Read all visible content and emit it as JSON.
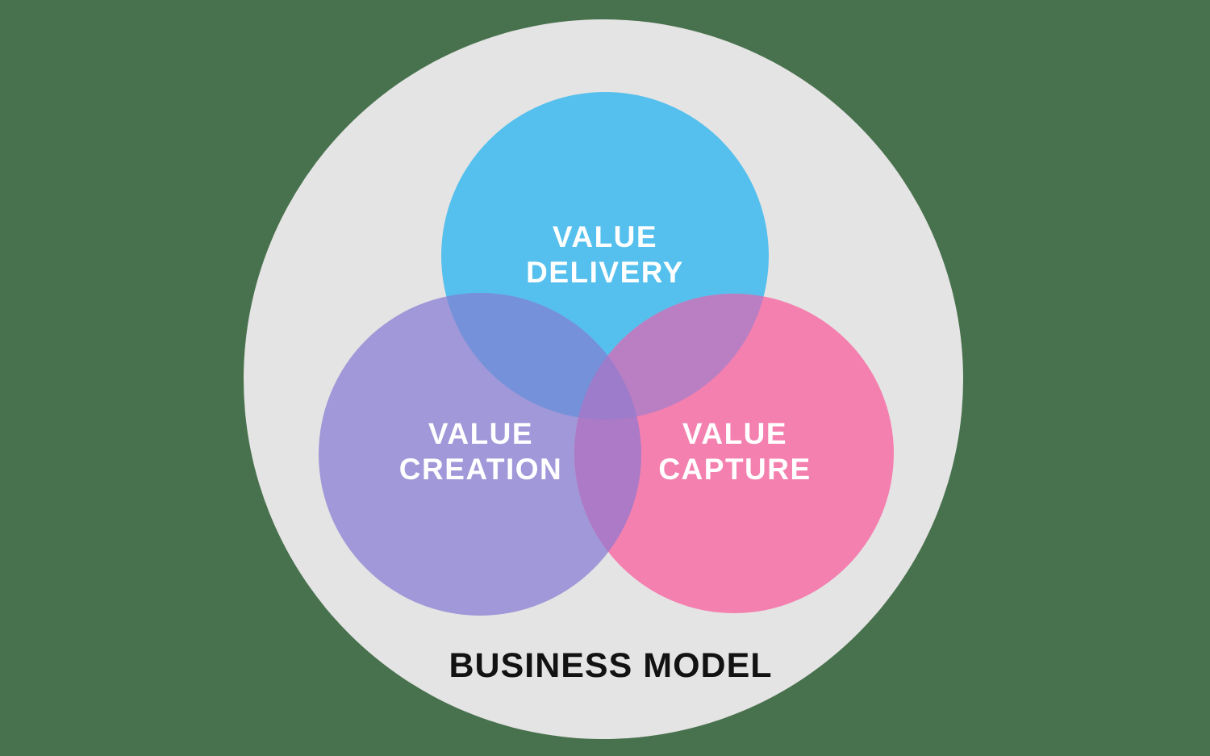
{
  "background_color": "#48724E",
  "diagram": {
    "type": "venn",
    "title": "BUSINESS MODEL",
    "title_color": "#121212",
    "outer_circle": {
      "fill": "#E5E4E4"
    },
    "circles": [
      {
        "name": "value-delivery",
        "label_line1": "VALUE",
        "label_line2": "DELIVERY",
        "fill": "#55C0ED",
        "label_color": "#FFFFFF"
      },
      {
        "name": "value-creation",
        "label_line1": "VALUE",
        "label_line2": "CREATION",
        "fill": "#A098D8",
        "label_color": "#FFFFFF"
      },
      {
        "name": "value-capture",
        "label_line1": "VALUE",
        "label_line2": "CAPTURE",
        "fill": "#F480AF",
        "label_color": "#FFFFFF"
      }
    ],
    "overlaps": {
      "delivery_creation": "#7491D9",
      "delivery_capture": "#BA7FC3",
      "creation_capture": "#AC7AC6",
      "center": "#9C7CCB"
    }
  }
}
